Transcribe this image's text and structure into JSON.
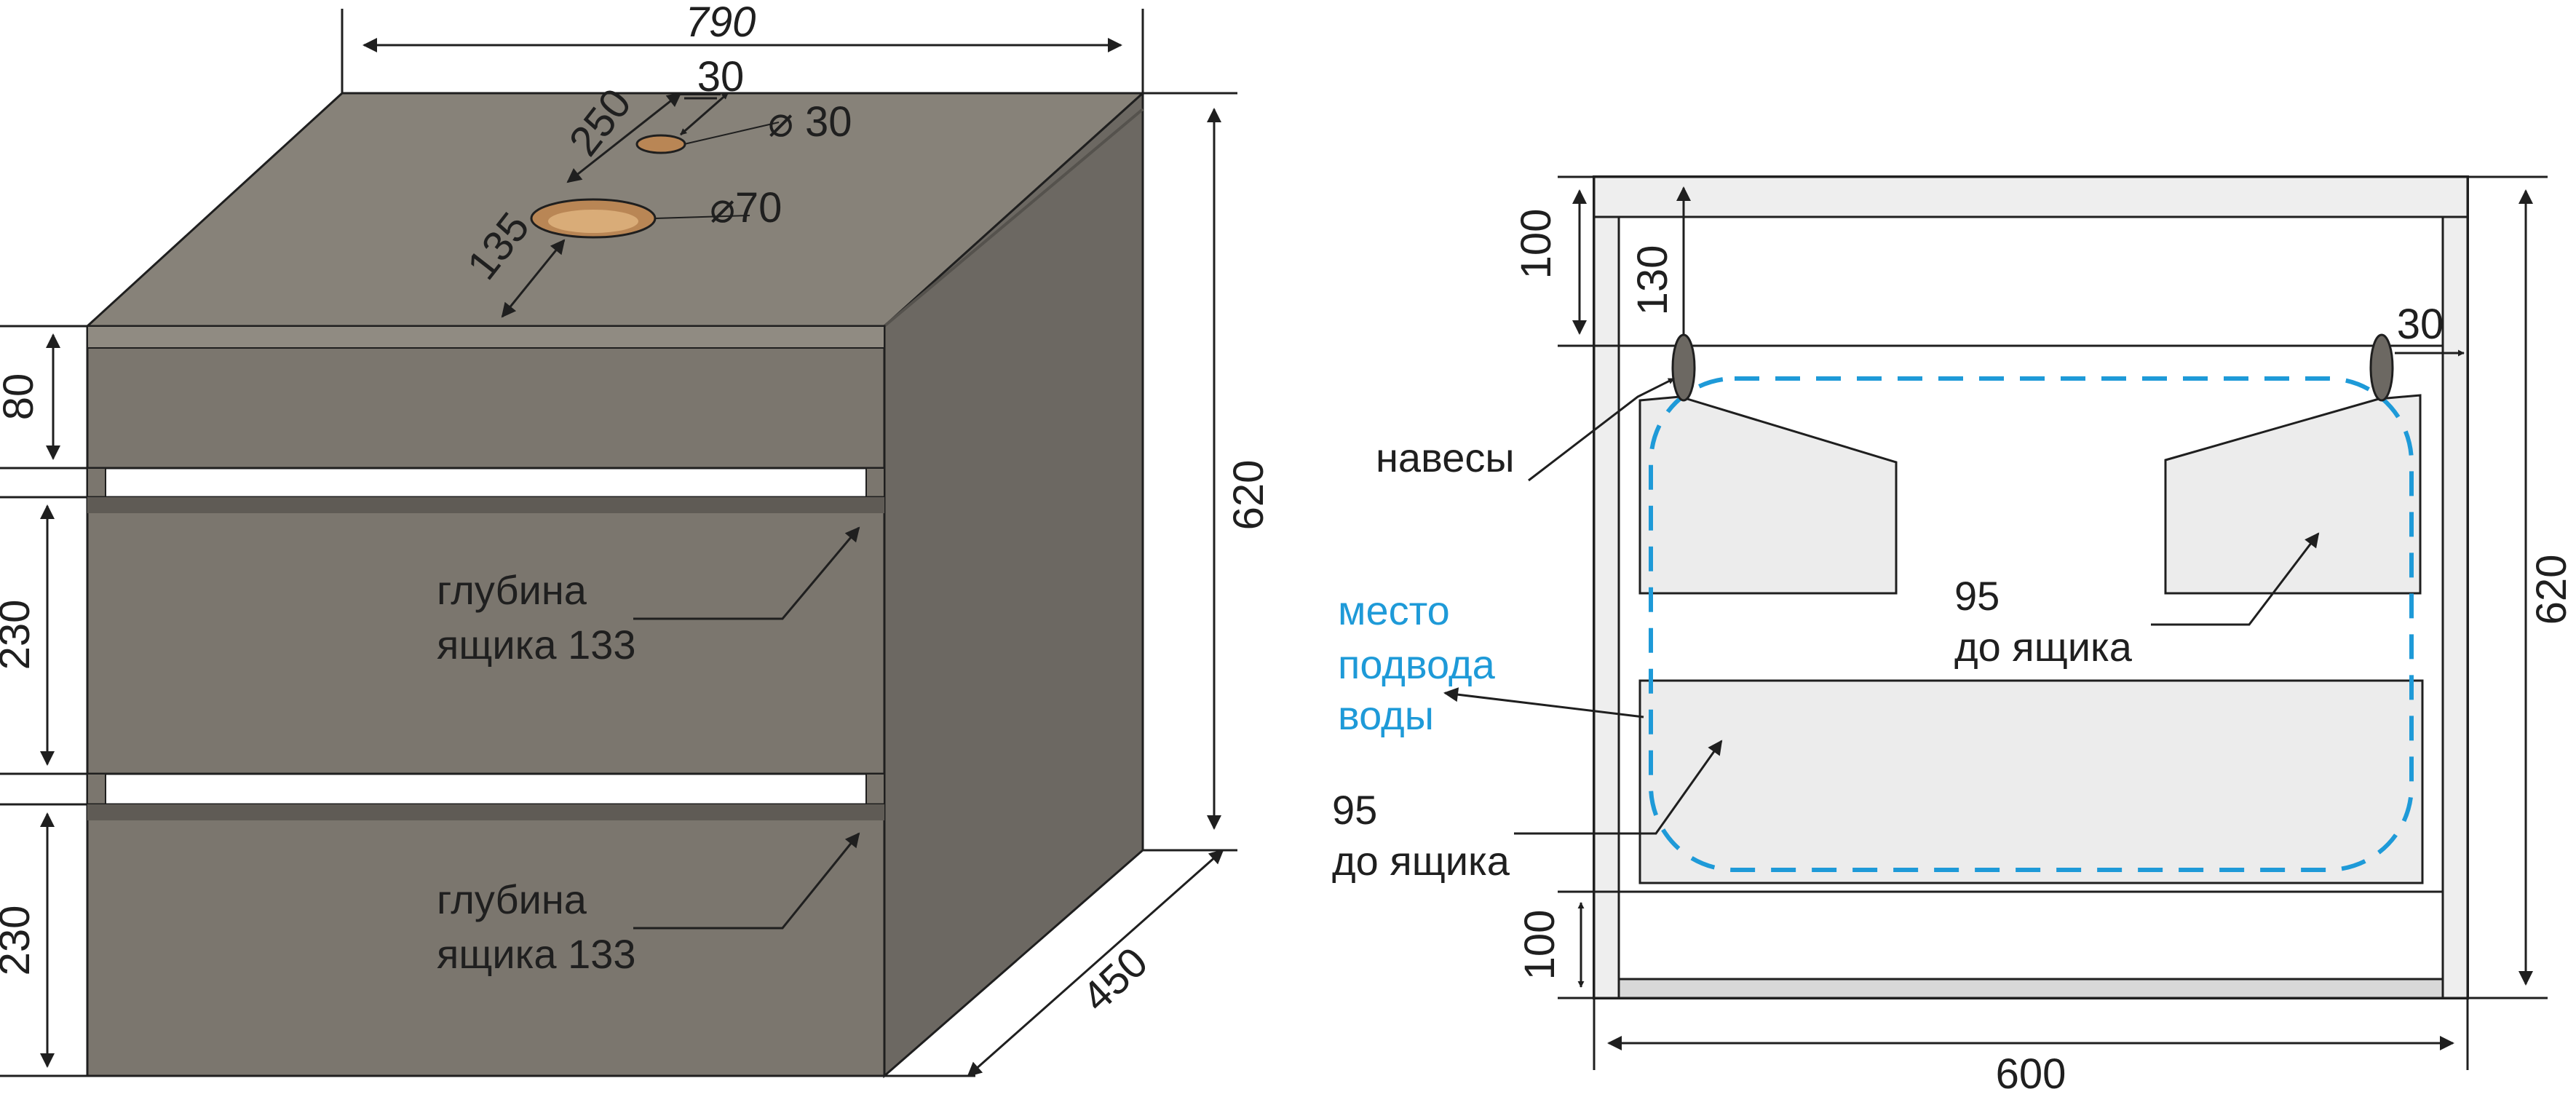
{
  "left_view": {
    "width": "790",
    "height": "620",
    "depth": "450",
    "hole_offset_small": "30",
    "hole_offset_side": "250",
    "hole_offset_large": "135",
    "hole_small_diameter": "⌀ 30",
    "hole_large_diameter": "⌀70",
    "top_rail_height": "80",
    "drawer_upper_height": "230",
    "drawer_lower_height": "230",
    "drawer_upper_depth": [
      "глубина",
      "ящика 133"
    ],
    "drawer_lower_depth": [
      "глубина",
      "ящика 133"
    ]
  },
  "right_view": {
    "width": "600",
    "height": "620",
    "top_offset": "100",
    "hinge_height": "130",
    "hinge_offset": "30",
    "bottom_offset": "100",
    "hinges_label": "навесы",
    "water_supply_label": [
      "место",
      "подвода",
      "воды"
    ],
    "right_clearance": [
      "95",
      "до ящика"
    ],
    "left_clearance": [
      "95",
      "до ящика"
    ]
  },
  "colors": {
    "cabinet_top": "#878279",
    "cabinet_front": "#7b766e",
    "cabinet_side": "#6c6862",
    "outline": "#1f1f1f",
    "water_line": "#1e9ad8",
    "hole": "#b98655"
  }
}
